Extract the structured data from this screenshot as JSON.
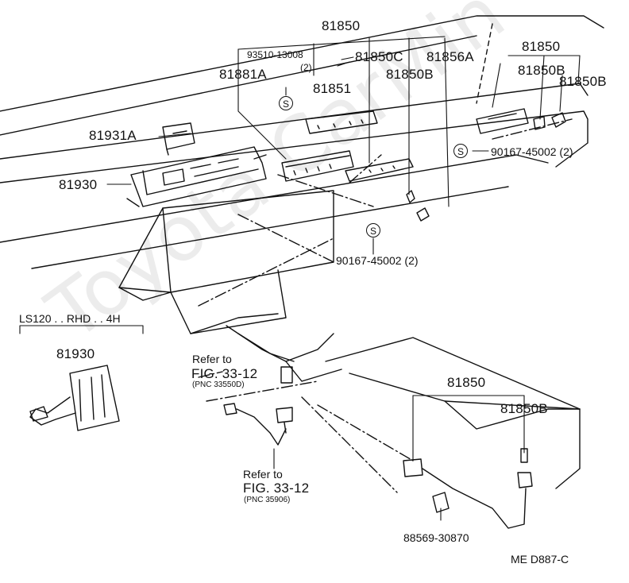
{
  "watermark": "Toyota CarMin",
  "labels": {
    "p81850_top": "81850",
    "p93510": "93510-13008",
    "p93510_qty": "(2)",
    "p81850C": "81850C",
    "p81856A": "81856A",
    "p81881A": "81881A",
    "p81851": "81851",
    "p81850B_mid": "81850B",
    "p81850_right": "81850",
    "p81850B_right1": "81850B",
    "p81850B_right2": "81850B",
    "p81931A": "81931A",
    "p90167_right": "90167-45002 (2)",
    "p81930_main": "81930",
    "p90167_center": "90167-45002 (2)",
    "variant": "LS120 . . RHD . . 4H",
    "p81930_variant": "81930",
    "ref1_title": "Refer to",
    "ref1_fig": "FIG. 33-12",
    "ref1_pnc": "(PNC 33550D)",
    "ref2_title": "Refer to",
    "ref2_fig": "FIG. 33-12",
    "ref2_pnc": "(PNC 35906)",
    "p81850_console": "81850",
    "p81850B_console": "81850B",
    "p88569": "88569-30870",
    "diagram_code": "ME  D887-C",
    "s_mark": "S"
  }
}
